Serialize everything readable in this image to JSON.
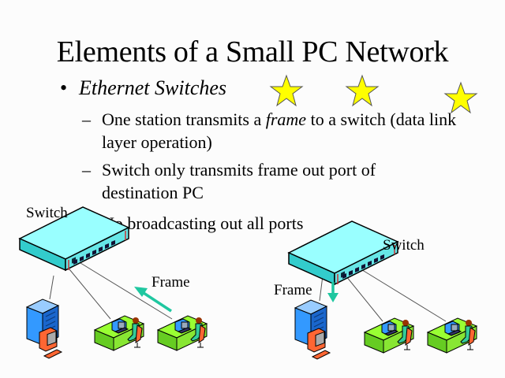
{
  "slide": {
    "title": "Elements of a Small PC Network",
    "bullet": {
      "marker": "•",
      "text": "Ethernet Switches"
    },
    "sub_bullets": [
      {
        "marker": "–",
        "before": "One station transmits a ",
        "emphasis": "frame",
        "after": " to a switch (data link layer operation)"
      },
      {
        "marker": "–",
        "text": "Switch only transmits frame out port of destination PC"
      },
      {
        "marker": "–",
        "text": "No broadcasting out all ports"
      }
    ]
  },
  "diagram": {
    "left": {
      "switch_label": "Switch",
      "frame_label": "Frame",
      "arrow_direction": "toward-switch"
    },
    "right": {
      "switch_label": "Switch",
      "frame_label": "Frame",
      "arrow_direction": "down-to-server"
    },
    "decorations": {
      "stars": 3,
      "star_color": "#ffff00"
    },
    "colors": {
      "switch_body": "#66ffff",
      "server": "#3399ff",
      "monitor": "#ff6633",
      "desk": "#99ff33",
      "person": "#33cc99",
      "arrow": "#1fc7a0"
    }
  }
}
